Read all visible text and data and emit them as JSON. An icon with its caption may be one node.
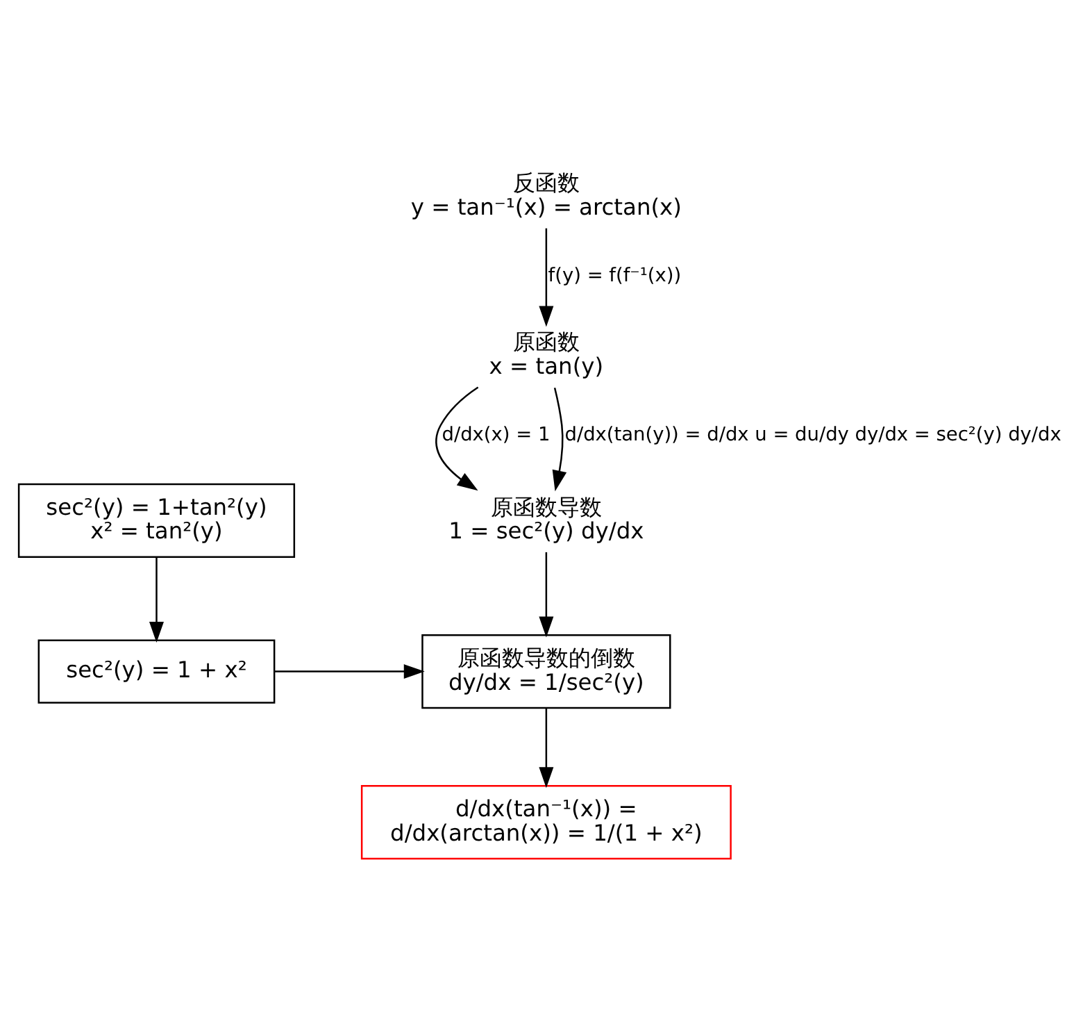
{
  "diagram": {
    "nodes": [
      {
        "text": [
          "反函数",
          "y = tan⁻¹(x) = arctan(x)"
        ]
      },
      {
        "text": [
          "原函数",
          "x = tan(y)"
        ]
      },
      {
        "text": [
          "原函数导数",
          "1 = sec²(y) dy/dx"
        ]
      },
      {
        "text": [
          "sec²(y) = 1+tan²(y)",
          "x² = tan²(y)"
        ]
      },
      {
        "text": [
          "原函数导数的倒数",
          "dy/dx = 1/sec²(y)"
        ]
      },
      {
        "text": [
          "sec²(y) = 1 + x²"
        ]
      },
      {
        "text": [
          "d/dx(tan⁻¹(x)) =",
          "d/dx(arctan(x)) = 1/(1 + x²)"
        ]
      }
    ],
    "edges": [
      {
        "from": 0,
        "to": 1,
        "arrow": "to",
        "label": "f(y) = f(f⁻¹(x))"
      },
      {
        "from": 1,
        "to": 2,
        "arrow": "to",
        "label": "d/dx(x) = 1"
      },
      {
        "from": 1,
        "to": 2,
        "arrow": "to",
        "label": "d/dx(tan(y)) = d/dx u = du/dy dy/dx = sec²(y) dy/dx"
      },
      {
        "from": 2,
        "to": 4,
        "arrow": "to"
      },
      {
        "from": 3,
        "to": 5,
        "arrow": "to"
      },
      {
        "from": 5,
        "to": 4,
        "arrow": "to"
      },
      {
        "from": 4,
        "to": 6,
        "arrow": "to"
      }
    ]
  }
}
